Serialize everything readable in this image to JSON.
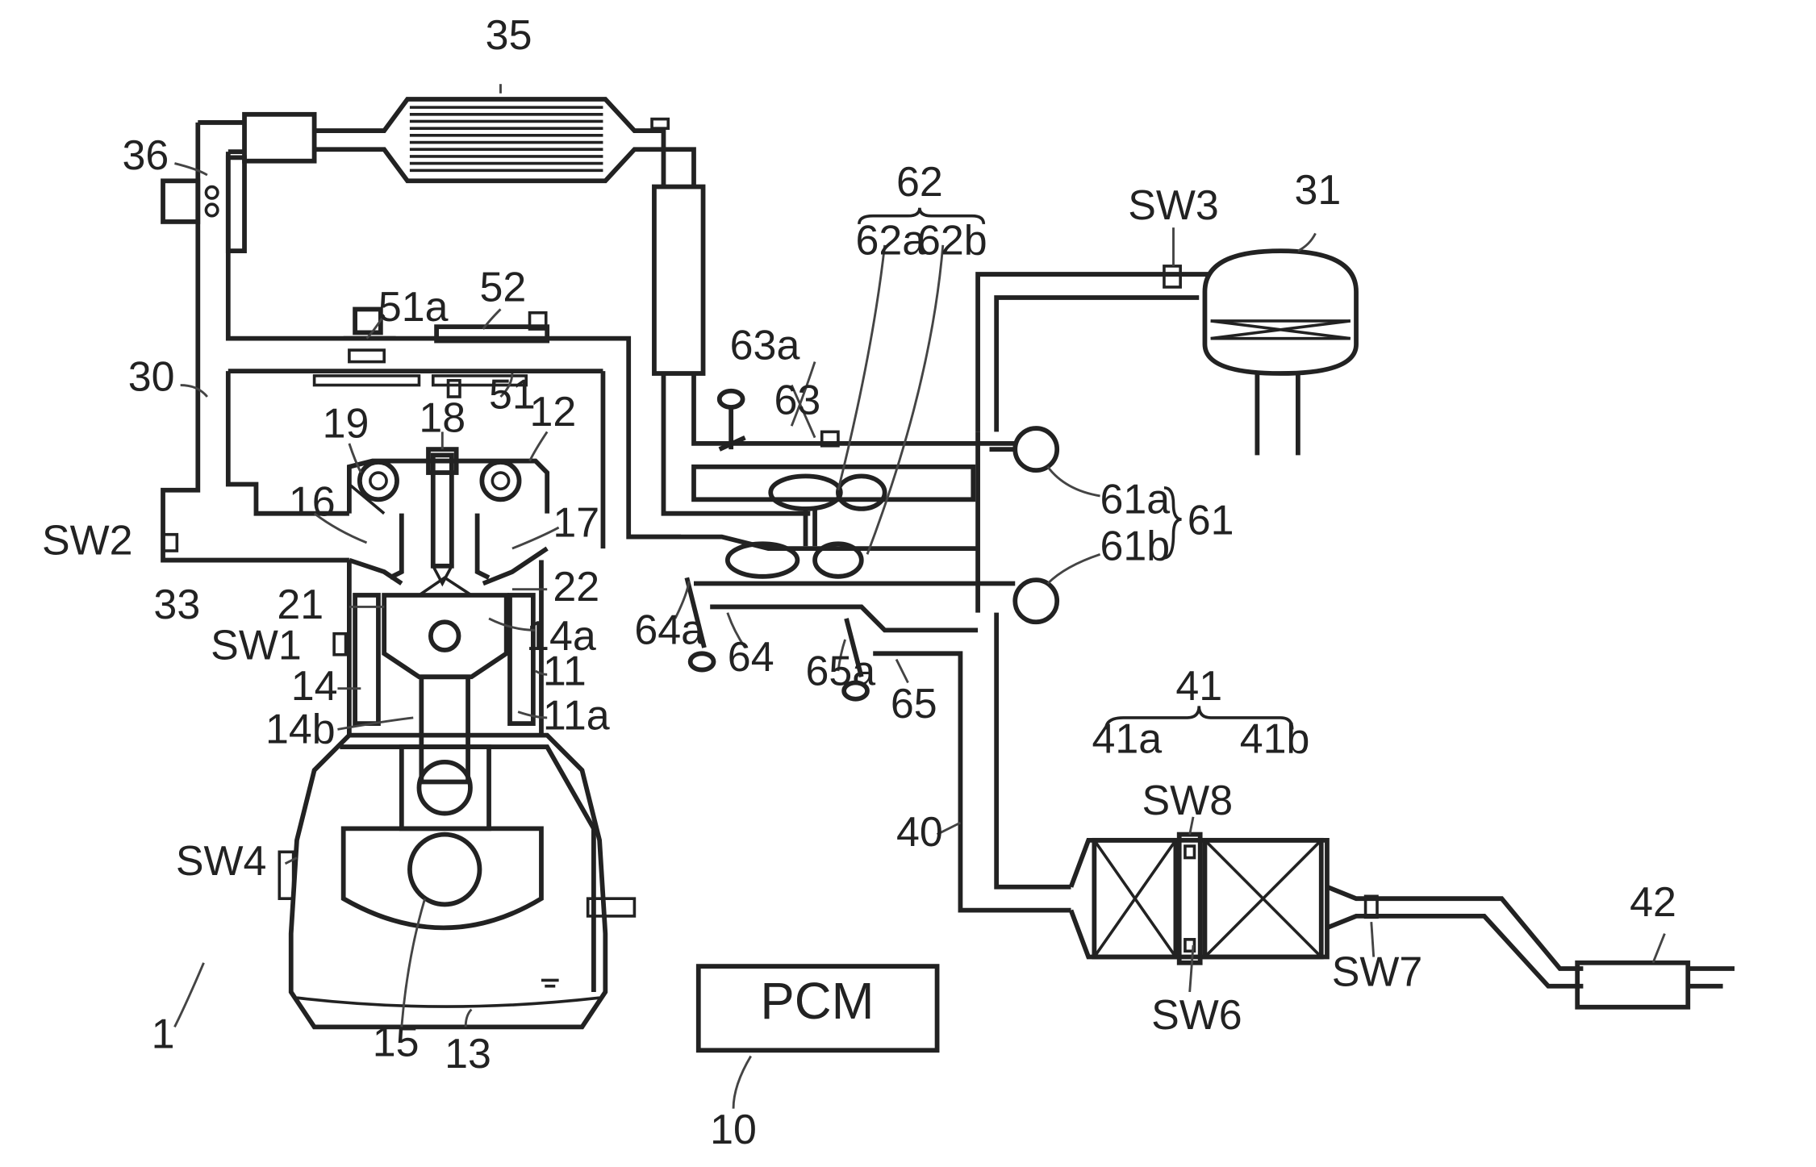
{
  "controller": {
    "label": "PCM"
  },
  "labels": {
    "l1": "1",
    "l10": "10",
    "l11": "11",
    "l11a": "11a",
    "l12": "12",
    "l13": "13",
    "l14": "14",
    "l14a": "14a",
    "l14b": "14b",
    "l15": "15",
    "l16": "16",
    "l17": "17",
    "l18": "18",
    "l19": "19",
    "l21": "21",
    "l22": "22",
    "l30": "30",
    "l31": "31",
    "l33": "33",
    "l35": "35",
    "l36": "36",
    "l40": "40",
    "l41": "41",
    "l41a": "41a",
    "l41b": "41b",
    "l42": "42",
    "l51": "51",
    "l51a": "51a",
    "l52": "52",
    "l61": "61",
    "l61a": "61a",
    "l61b": "61b",
    "l62": "62",
    "l62a": "62a",
    "l62b": "62b",
    "l63": "63",
    "l63a": "63a",
    "l64": "64",
    "l64a": "64a",
    "l65": "65",
    "l65a": "65a",
    "sw1": "SW1",
    "sw2": "SW2",
    "sw3": "SW3",
    "sw4": "SW4",
    "sw6": "SW6",
    "sw7": "SW7",
    "sw8": "SW8"
  }
}
